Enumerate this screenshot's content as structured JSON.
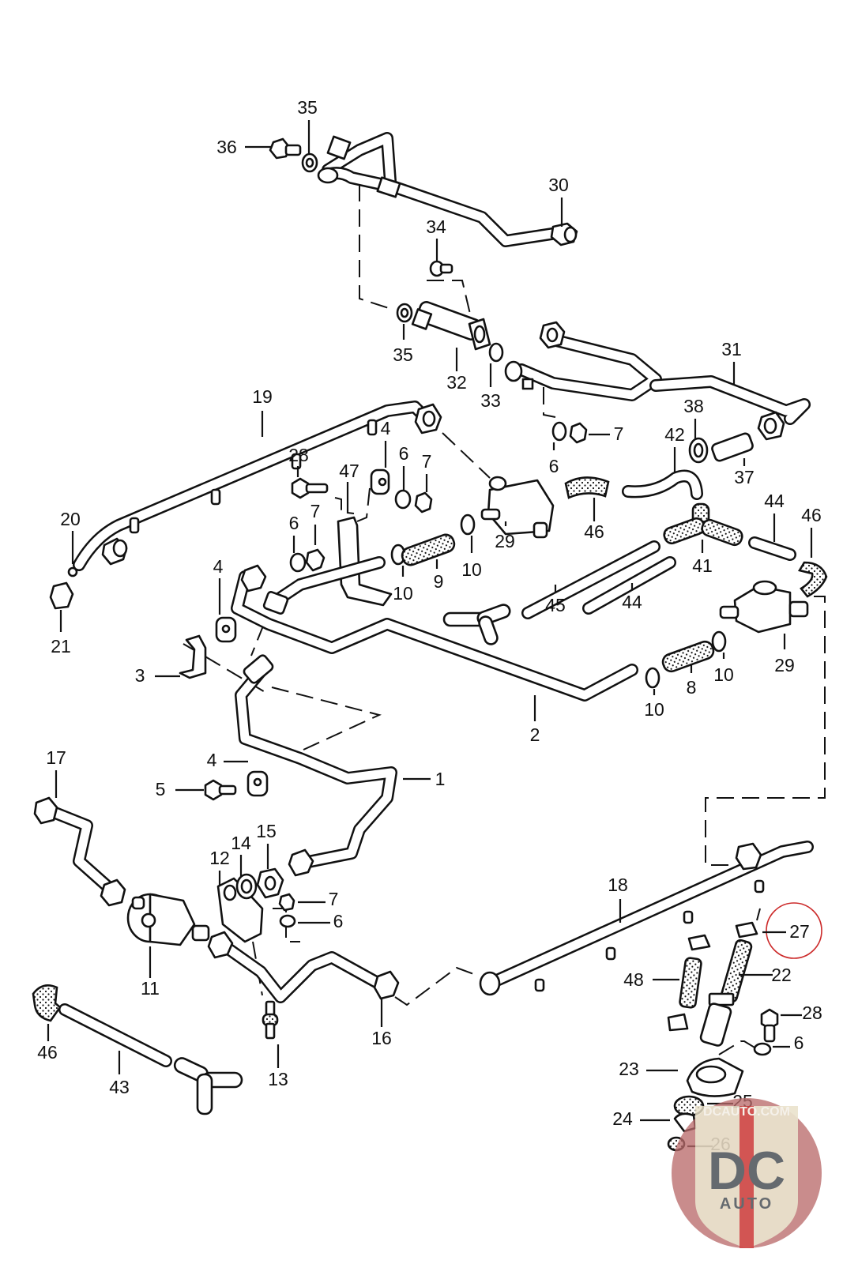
{
  "diagram": {
    "title": "Fuel system exploded parts diagram",
    "highlighted_part": "27",
    "highlight_color": "#cc2a2a",
    "callouts": [
      {
        "id": "c36",
        "label": "36"
      },
      {
        "id": "c35a",
        "label": "35"
      },
      {
        "id": "c30",
        "label": "30"
      },
      {
        "id": "c34",
        "label": "34"
      },
      {
        "id": "c35b",
        "label": "35"
      },
      {
        "id": "c32",
        "label": "32"
      },
      {
        "id": "c33",
        "label": "33"
      },
      {
        "id": "c31",
        "label": "31"
      },
      {
        "id": "c7a",
        "label": "7"
      },
      {
        "id": "c6a",
        "label": "6"
      },
      {
        "id": "c38",
        "label": "38"
      },
      {
        "id": "c37",
        "label": "37"
      },
      {
        "id": "c42",
        "label": "42"
      },
      {
        "id": "c19",
        "label": "19"
      },
      {
        "id": "c4a",
        "label": "4"
      },
      {
        "id": "c28a",
        "label": "28"
      },
      {
        "id": "c47",
        "label": "47"
      },
      {
        "id": "c6b",
        "label": "6"
      },
      {
        "id": "c7b",
        "label": "7"
      },
      {
        "id": "c46a",
        "label": "46"
      },
      {
        "id": "c44a",
        "label": "44"
      },
      {
        "id": "c46b",
        "label": "46"
      },
      {
        "id": "c20",
        "label": "20"
      },
      {
        "id": "c21",
        "label": "21"
      },
      {
        "id": "c6c",
        "label": "6"
      },
      {
        "id": "c7c",
        "label": "7"
      },
      {
        "id": "c29a",
        "label": "29"
      },
      {
        "id": "c9",
        "label": "9"
      },
      {
        "id": "c10a",
        "label": "10"
      },
      {
        "id": "c10b",
        "label": "10"
      },
      {
        "id": "c41",
        "label": "41"
      },
      {
        "id": "c4b",
        "label": "4"
      },
      {
        "id": "c45",
        "label": "45"
      },
      {
        "id": "c44b",
        "label": "44"
      },
      {
        "id": "c29b",
        "label": "29"
      },
      {
        "id": "c3",
        "label": "3"
      },
      {
        "id": "c10c",
        "label": "10"
      },
      {
        "id": "c8",
        "label": "8"
      },
      {
        "id": "c10d",
        "label": "10"
      },
      {
        "id": "c2",
        "label": "2"
      },
      {
        "id": "c17",
        "label": "17"
      },
      {
        "id": "c4c",
        "label": "4"
      },
      {
        "id": "c5",
        "label": "5"
      },
      {
        "id": "c1",
        "label": "1"
      },
      {
        "id": "c12",
        "label": "12"
      },
      {
        "id": "c14",
        "label": "14"
      },
      {
        "id": "c15",
        "label": "15"
      },
      {
        "id": "c7d",
        "label": "7"
      },
      {
        "id": "c6d",
        "label": "6"
      },
      {
        "id": "c18",
        "label": "18"
      },
      {
        "id": "c27",
        "label": "27"
      },
      {
        "id": "c11",
        "label": "11"
      },
      {
        "id": "c48",
        "label": "48"
      },
      {
        "id": "c22",
        "label": "22"
      },
      {
        "id": "c16",
        "label": "16"
      },
      {
        "id": "c28b",
        "label": "28"
      },
      {
        "id": "c6e",
        "label": "6"
      },
      {
        "id": "c46c",
        "label": "46"
      },
      {
        "id": "c43",
        "label": "43"
      },
      {
        "id": "c13",
        "label": "13"
      },
      {
        "id": "c23",
        "label": "23"
      },
      {
        "id": "c25",
        "label": "25"
      },
      {
        "id": "c24",
        "label": "24"
      },
      {
        "id": "c26",
        "label": "26"
      }
    ]
  },
  "watermark": {
    "site": "DCAUTO.COM",
    "logo_letters": "DC",
    "logo_word": "AUTO"
  }
}
